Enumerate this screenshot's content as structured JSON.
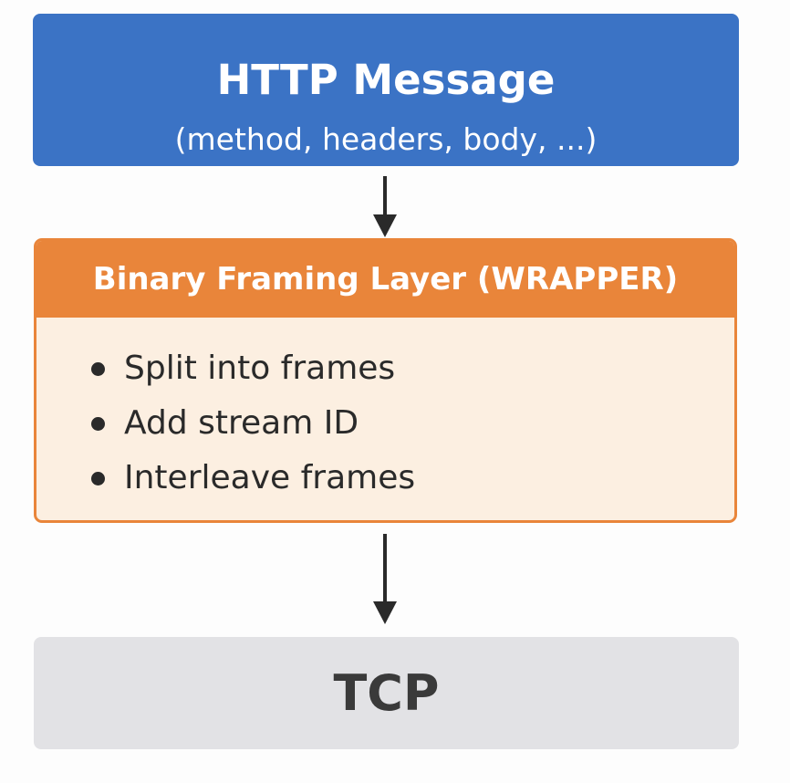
{
  "http_message": {
    "title": "HTTP Message",
    "subtitle": "(method, headers, body, ...)"
  },
  "framing_layer": {
    "title": "Binary Framing Layer (WRAPPER)",
    "items": [
      "Split into frames",
      "Add stream ID",
      "Interleave frames"
    ]
  },
  "tcp": {
    "label": "TCP"
  },
  "colors": {
    "http_box": "#3b73c5",
    "framing_header": "#e9853a",
    "framing_body": "#fcefe1",
    "tcp_box": "#e2e2e5",
    "arrow": "#2a2a2a"
  }
}
